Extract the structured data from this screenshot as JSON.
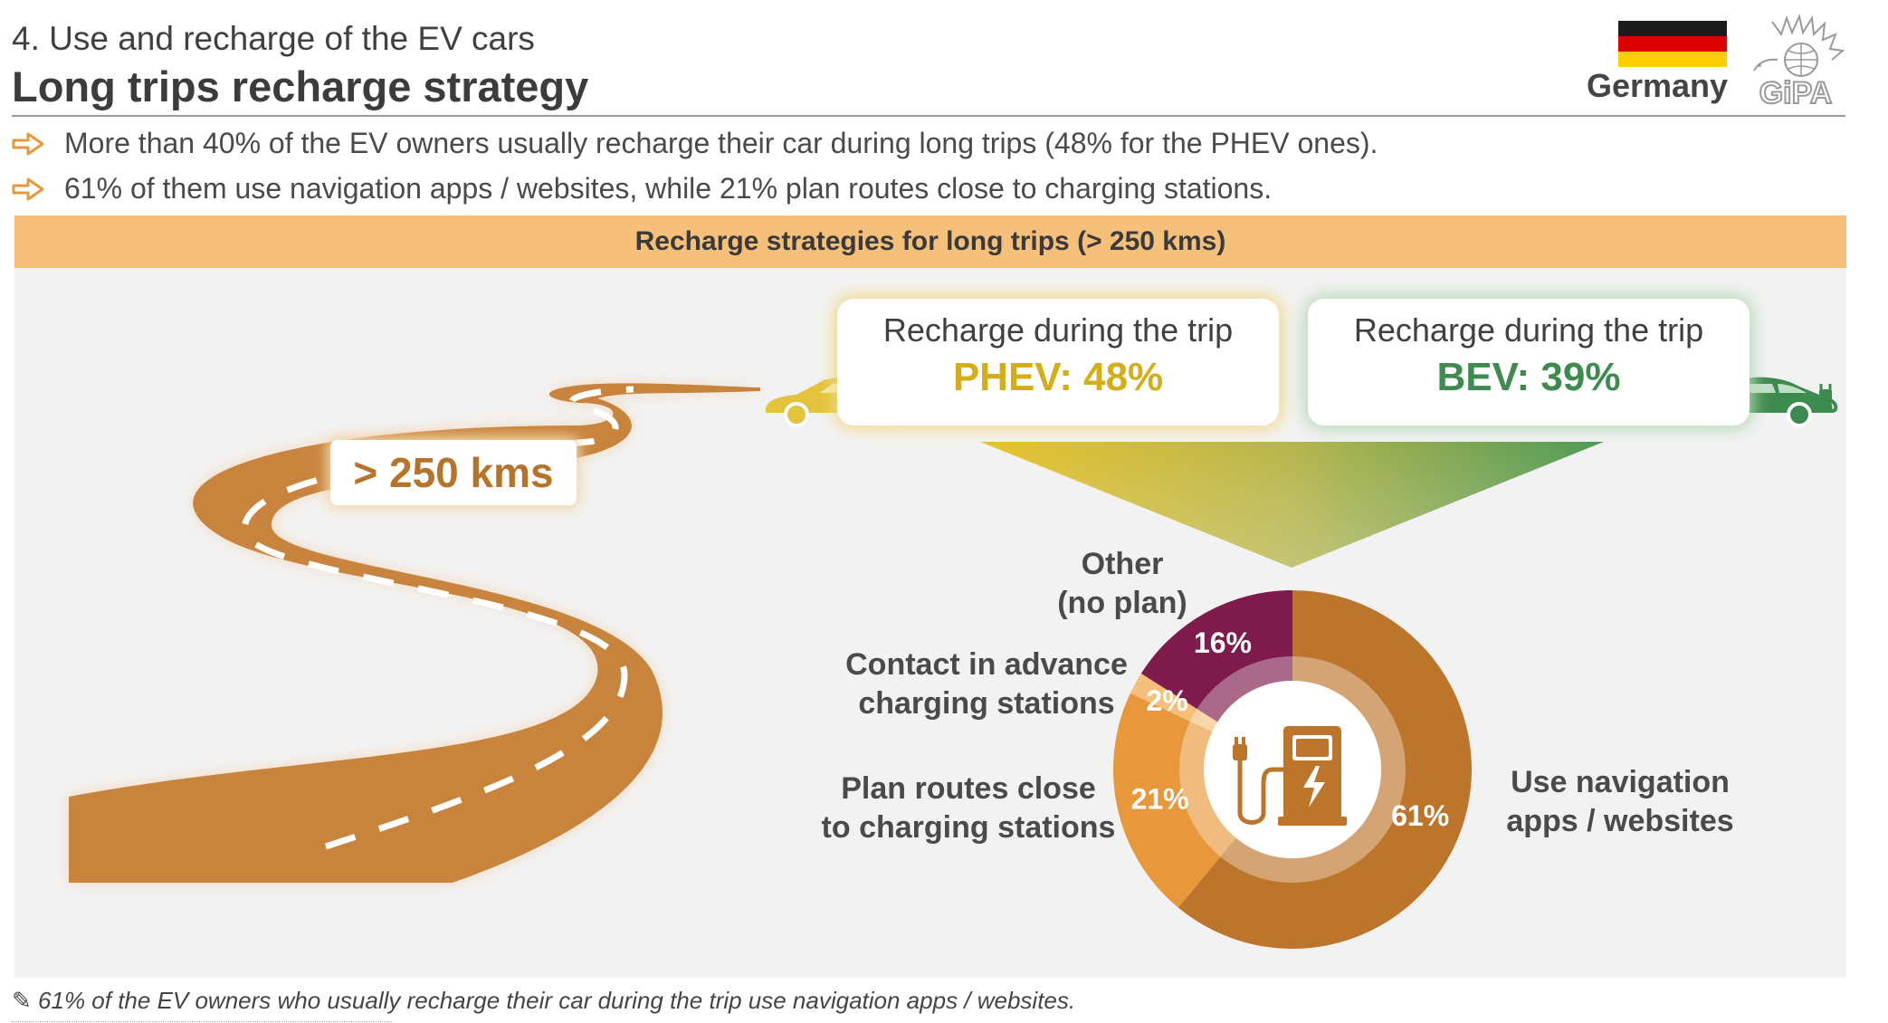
{
  "header": {
    "subtitle": "4. Use and recharge of the EV cars",
    "title": "Long trips recharge strategy",
    "country": "Germany",
    "logo_text": "GiPA"
  },
  "bullets": [
    "More than 40% of the EV owners usually recharge their car during long trips (48% for the PHEV ones).",
    "61% of them use navigation apps / websites, while 21% plan routes close to charging stations."
  ],
  "band_title": "Recharge strategies for long trips (> 250 kms)",
  "distance_label": "> 250 kms",
  "callouts": {
    "phev": {
      "line1": "Recharge during the trip",
      "line2": "PHEV: 48%"
    },
    "bev": {
      "line1": "Recharge during the trip",
      "line2": "BEV: 39%"
    }
  },
  "chart_data": {
    "type": "pie",
    "title": "Recharge strategies for long trips (> 250 kms)",
    "slices": [
      {
        "label": "Use navigation apps / websites",
        "label_lines": [
          "Use navigation",
          "apps / websites"
        ],
        "value": 61,
        "value_label": "61%",
        "color": "#bd742b"
      },
      {
        "label": "Plan routes close to charging stations",
        "label_lines": [
          "Plan routes close",
          "to charging stations"
        ],
        "value": 21,
        "value_label": "21%",
        "color": "#e8973b"
      },
      {
        "label": "Contact in advance charging stations",
        "label_lines": [
          "Contact in advance",
          "charging stations"
        ],
        "value": 2,
        "value_label": "2%",
        "color": "#f6c07a"
      },
      {
        "label": "Other (no plan)",
        "label_lines": [
          "Other",
          "(no plan)"
        ],
        "value": 16,
        "value_label": "16%",
        "color": "#7f1a4c"
      }
    ]
  },
  "footnote": "61% of the EV owners who usually recharge their car during the trip use navigation apps / websites.",
  "colors": {
    "band": "#f6c07a",
    "road": "#c8843c",
    "phev": "#d4ad18",
    "bev": "#3e8b50",
    "bullet_arrow": "#e8973b"
  },
  "icons": [
    "arrow-right-icon",
    "car-phev-icon",
    "car-bev-icon",
    "charging-station-icon",
    "germany-flag-icon",
    "gipa-logo-icon"
  ]
}
